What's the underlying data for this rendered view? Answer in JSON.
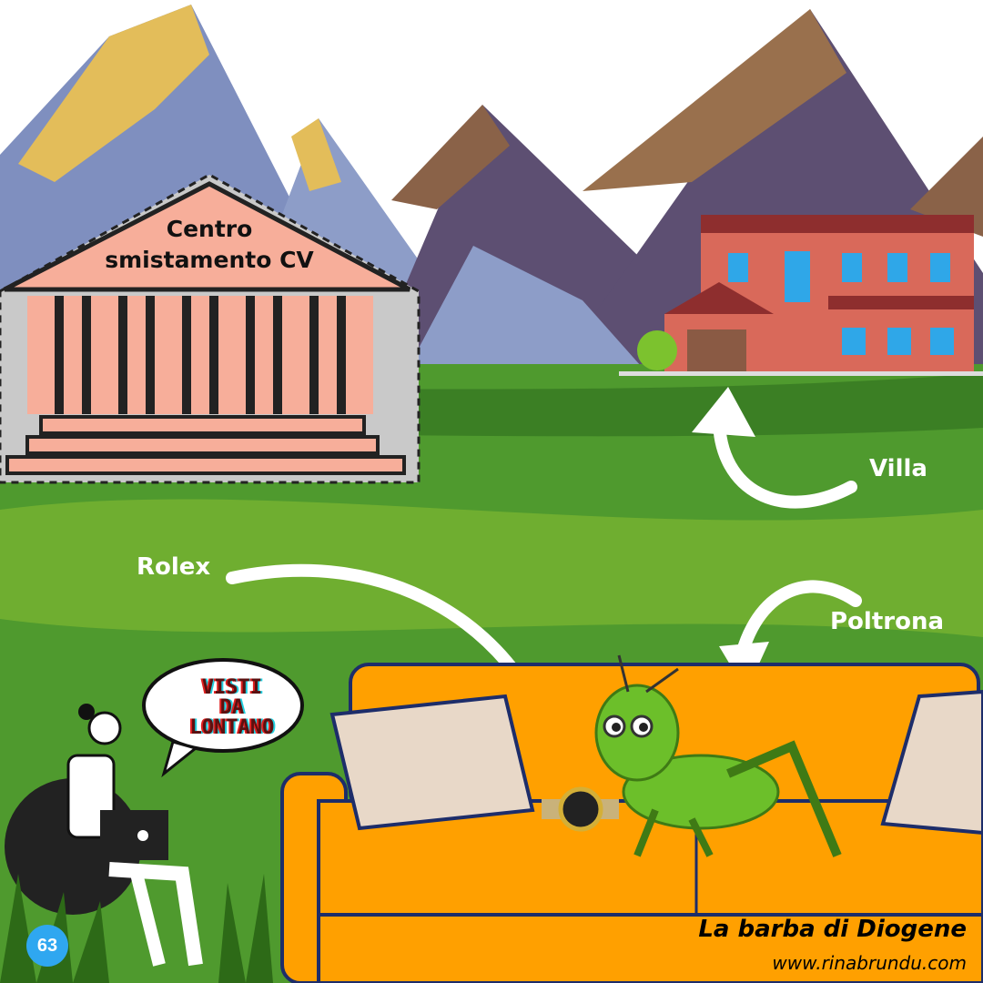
{
  "temple": {
    "title_line1": "Centro",
    "title_line2": "smistamento CV"
  },
  "labels": {
    "villa": "Villa",
    "rolex": "Rolex",
    "poltrona": "Poltrona"
  },
  "speech_bubble": {
    "line1": "VISTI",
    "line2": "DA",
    "line3": "LONTANO"
  },
  "footer": {
    "brand": "La barba di Diogene",
    "url": "www.rinabrundu.com"
  },
  "page_badge": "63",
  "colors": {
    "grass": "#4f9a2e",
    "sofa": "#ffa000",
    "temple": "#f7ae9a",
    "villa": "#d9695a",
    "badge": "#2fa7f0"
  }
}
